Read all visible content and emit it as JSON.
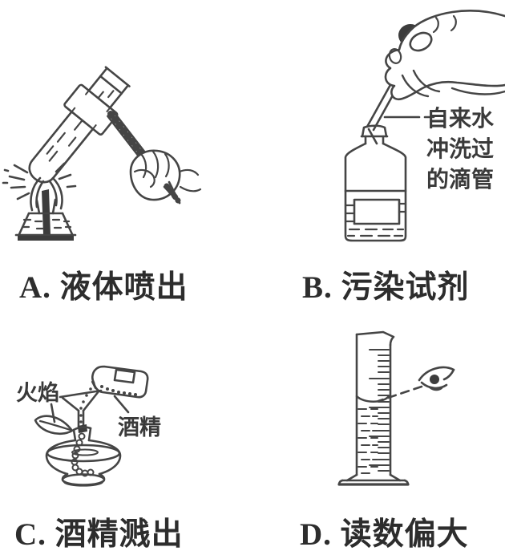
{
  "figure": {
    "background": "#ffffff",
    "ink": "#454545",
    "text_color": "#2d2d2d",
    "panels": {
      "a": {
        "caption": "A. 液体喷出"
      },
      "b": {
        "caption": "B. 污染试剂",
        "annotation": {
          "line1": "自来水",
          "line2": "冲洗过",
          "line3": "的滴管"
        }
      },
      "c": {
        "caption": "C. 酒精溅出",
        "labels": {
          "flame": "火焰",
          "alcohol": "酒精"
        }
      },
      "d": {
        "caption": "D. 读数偏大"
      }
    }
  }
}
